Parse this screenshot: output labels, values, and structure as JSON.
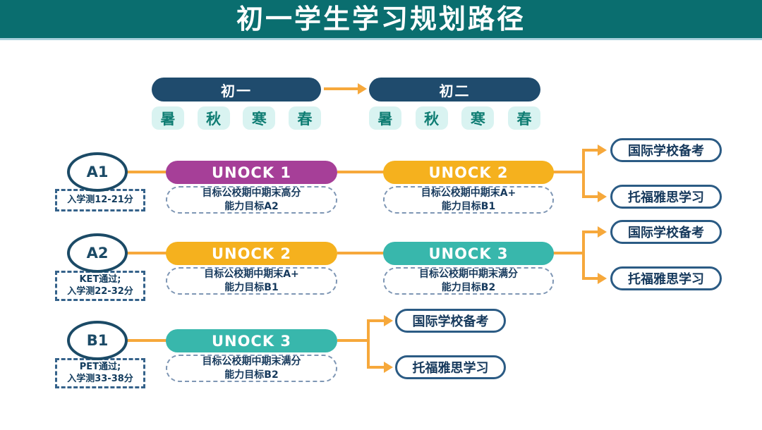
{
  "title": "初一学生学习规划路径",
  "colors": {
    "header_bg": "#0a6e6f",
    "navy": "#1f4b6d",
    "orange_arrow": "#f6a83b",
    "stage_purple": "#a63f98",
    "stage_yellow": "#f5b11e",
    "stage_teal": "#38b7ac",
    "season_bg": "#d9f3f1",
    "season_text": "#0f7d73"
  },
  "timeline": {
    "grades": [
      {
        "label": "初一",
        "seasons": [
          "暑",
          "秋",
          "寒",
          "春"
        ]
      },
      {
        "label": "初二",
        "seasons": [
          "暑",
          "秋",
          "寒",
          "春"
        ]
      }
    ]
  },
  "rows": [
    {
      "level": "A1",
      "entry": [
        "入学测12-21分"
      ],
      "stages": [
        {
          "name": "UNOCK 1",
          "color": "#a63f98",
          "goal": [
            "目标公校期中期末高分",
            "能力目标A2"
          ]
        },
        {
          "name": "UNOCK 2",
          "color": "#f5b11e",
          "goal": [
            "目标公校期中期末A+",
            "能力目标B1"
          ]
        }
      ],
      "outcomes": [
        "国际学校备考",
        "托福雅思学习"
      ]
    },
    {
      "level": "A2",
      "entry": [
        "KET通过;",
        "入学测22-32分"
      ],
      "stages": [
        {
          "name": "UNOCK 2",
          "color": "#f5b11e",
          "goal": [
            "目标公校期中期末A+",
            "能力目标B1"
          ]
        },
        {
          "name": "UNOCK 3",
          "color": "#38b7ac",
          "goal": [
            "目标公校期中期末满分",
            "能力目标B2"
          ]
        }
      ],
      "outcomes": [
        "国际学校备考",
        "托福雅思学习"
      ]
    },
    {
      "level": "B1",
      "entry": [
        "PET通过;",
        "入学测33-38分"
      ],
      "stages": [
        {
          "name": "UNOCK 3",
          "color": "#38b7ac",
          "goal": [
            "目标公校期中期末满分",
            "能力目标B2"
          ]
        }
      ],
      "outcomes": [
        "国际学校备考",
        "托福雅思学习"
      ]
    }
  ]
}
